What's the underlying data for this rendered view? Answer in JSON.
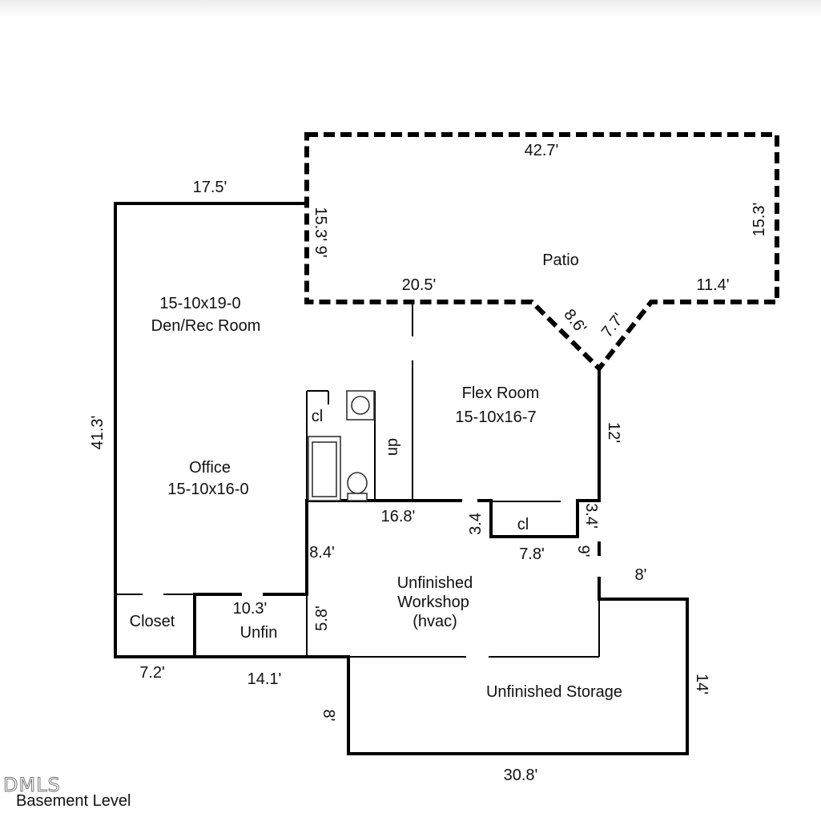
{
  "footer": {
    "logo": "DMLS",
    "level": "Basement Level"
  },
  "rooms": {
    "den": {
      "size": "15-10x19-0",
      "name": "Den/Rec Room"
    },
    "office": {
      "name": "Office",
      "size": "15-10x16-0"
    },
    "flex": {
      "name": "Flex Room",
      "size": "15-10x16-7"
    },
    "patio": "Patio",
    "closet": "Closet",
    "unfin": "Unfin",
    "workshop": [
      "Unfinished",
      "Workshop",
      "(hvac)"
    ],
    "storage": "Unfinished Storage",
    "cl1": "cl",
    "cl2": "cl",
    "dn": "dn"
  },
  "dims": {
    "den_top": "17.5'",
    "left": "41.3'",
    "patio_top": "42.7'",
    "patio_left": "15.3' 9'",
    "patio_right": "15.3'",
    "patio_bottom_left": "20.5'",
    "patio_bottom_right": "11.4'",
    "diag1": "8.6'",
    "diag2": "7.7'",
    "flex_right": "12'",
    "bath_bottom": "16.8'",
    "step1": "3.4",
    "step2": "3.4'",
    "cl_bottom": "7.8'",
    "right_9": "9'",
    "eight_right": "8'",
    "ws_left": "8.4'",
    "ws_left2": "5.8'",
    "unfin_top": "10.3'",
    "closet_bottom": "7.2'",
    "unfin_bottom": "14.1'",
    "storage_left": "8'",
    "storage_right": "14'",
    "storage_bottom": "30.8'"
  }
}
